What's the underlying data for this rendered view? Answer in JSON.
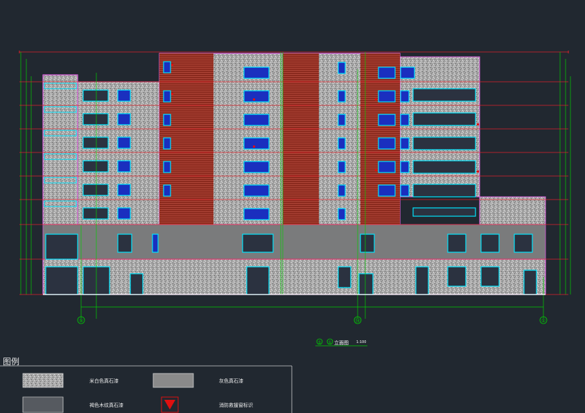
{
  "drawing": {
    "title": "立面图",
    "scale": "1:100",
    "axis_start": "⑤",
    "axis_end": "①"
  },
  "axes": {
    "left": "⑤",
    "mid": "⑭",
    "right": "①"
  },
  "legend": {
    "title": "图例",
    "items": [
      "米白色真石漆",
      "灰色真石漆",
      "褐色木纹真石漆",
      "消防救援窗标识"
    ]
  },
  "colors": {
    "background": "#212830",
    "stone_white": "#c9c9c9",
    "stone_grey": "#8a8a8a",
    "brick": "#8b2a1e",
    "window_frame": "#00e5ff",
    "window_glass": "#1a2fbf",
    "level_line": "#e0202a",
    "dimension": "#00d000",
    "outline": "#e060e0",
    "marker": "#e01010"
  }
}
